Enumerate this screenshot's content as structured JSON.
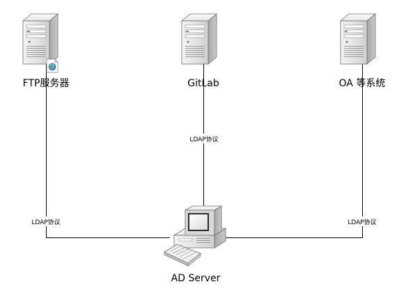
{
  "nodes": {
    "ftp": {
      "label": "FTP服务器",
      "icon": "server-with-globe-icon"
    },
    "gitlab": {
      "label": "GitLab",
      "icon": "server-icon"
    },
    "oa": {
      "label": "OA 等系统",
      "icon": "server-icon"
    },
    "ad": {
      "label": "AD Server",
      "icon": "workstation-icon"
    }
  },
  "edges": {
    "ftp_ad": {
      "label": "LDAP协议"
    },
    "gitlab_ad": {
      "label": "LDAP协议"
    },
    "oa_ad": {
      "label": "LDAP协议"
    }
  }
}
